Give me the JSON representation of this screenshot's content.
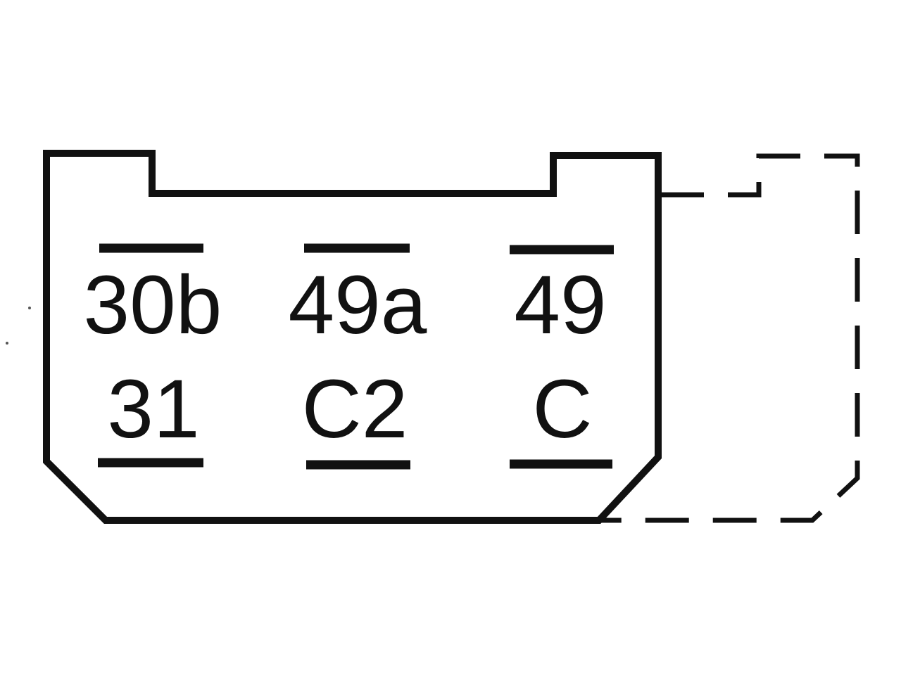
{
  "terminals": {
    "top_left": "30b",
    "top_middle": "49a",
    "top_right": "49",
    "bottom_left": "31",
    "bottom_middle": "C2",
    "bottom_right": "C"
  }
}
